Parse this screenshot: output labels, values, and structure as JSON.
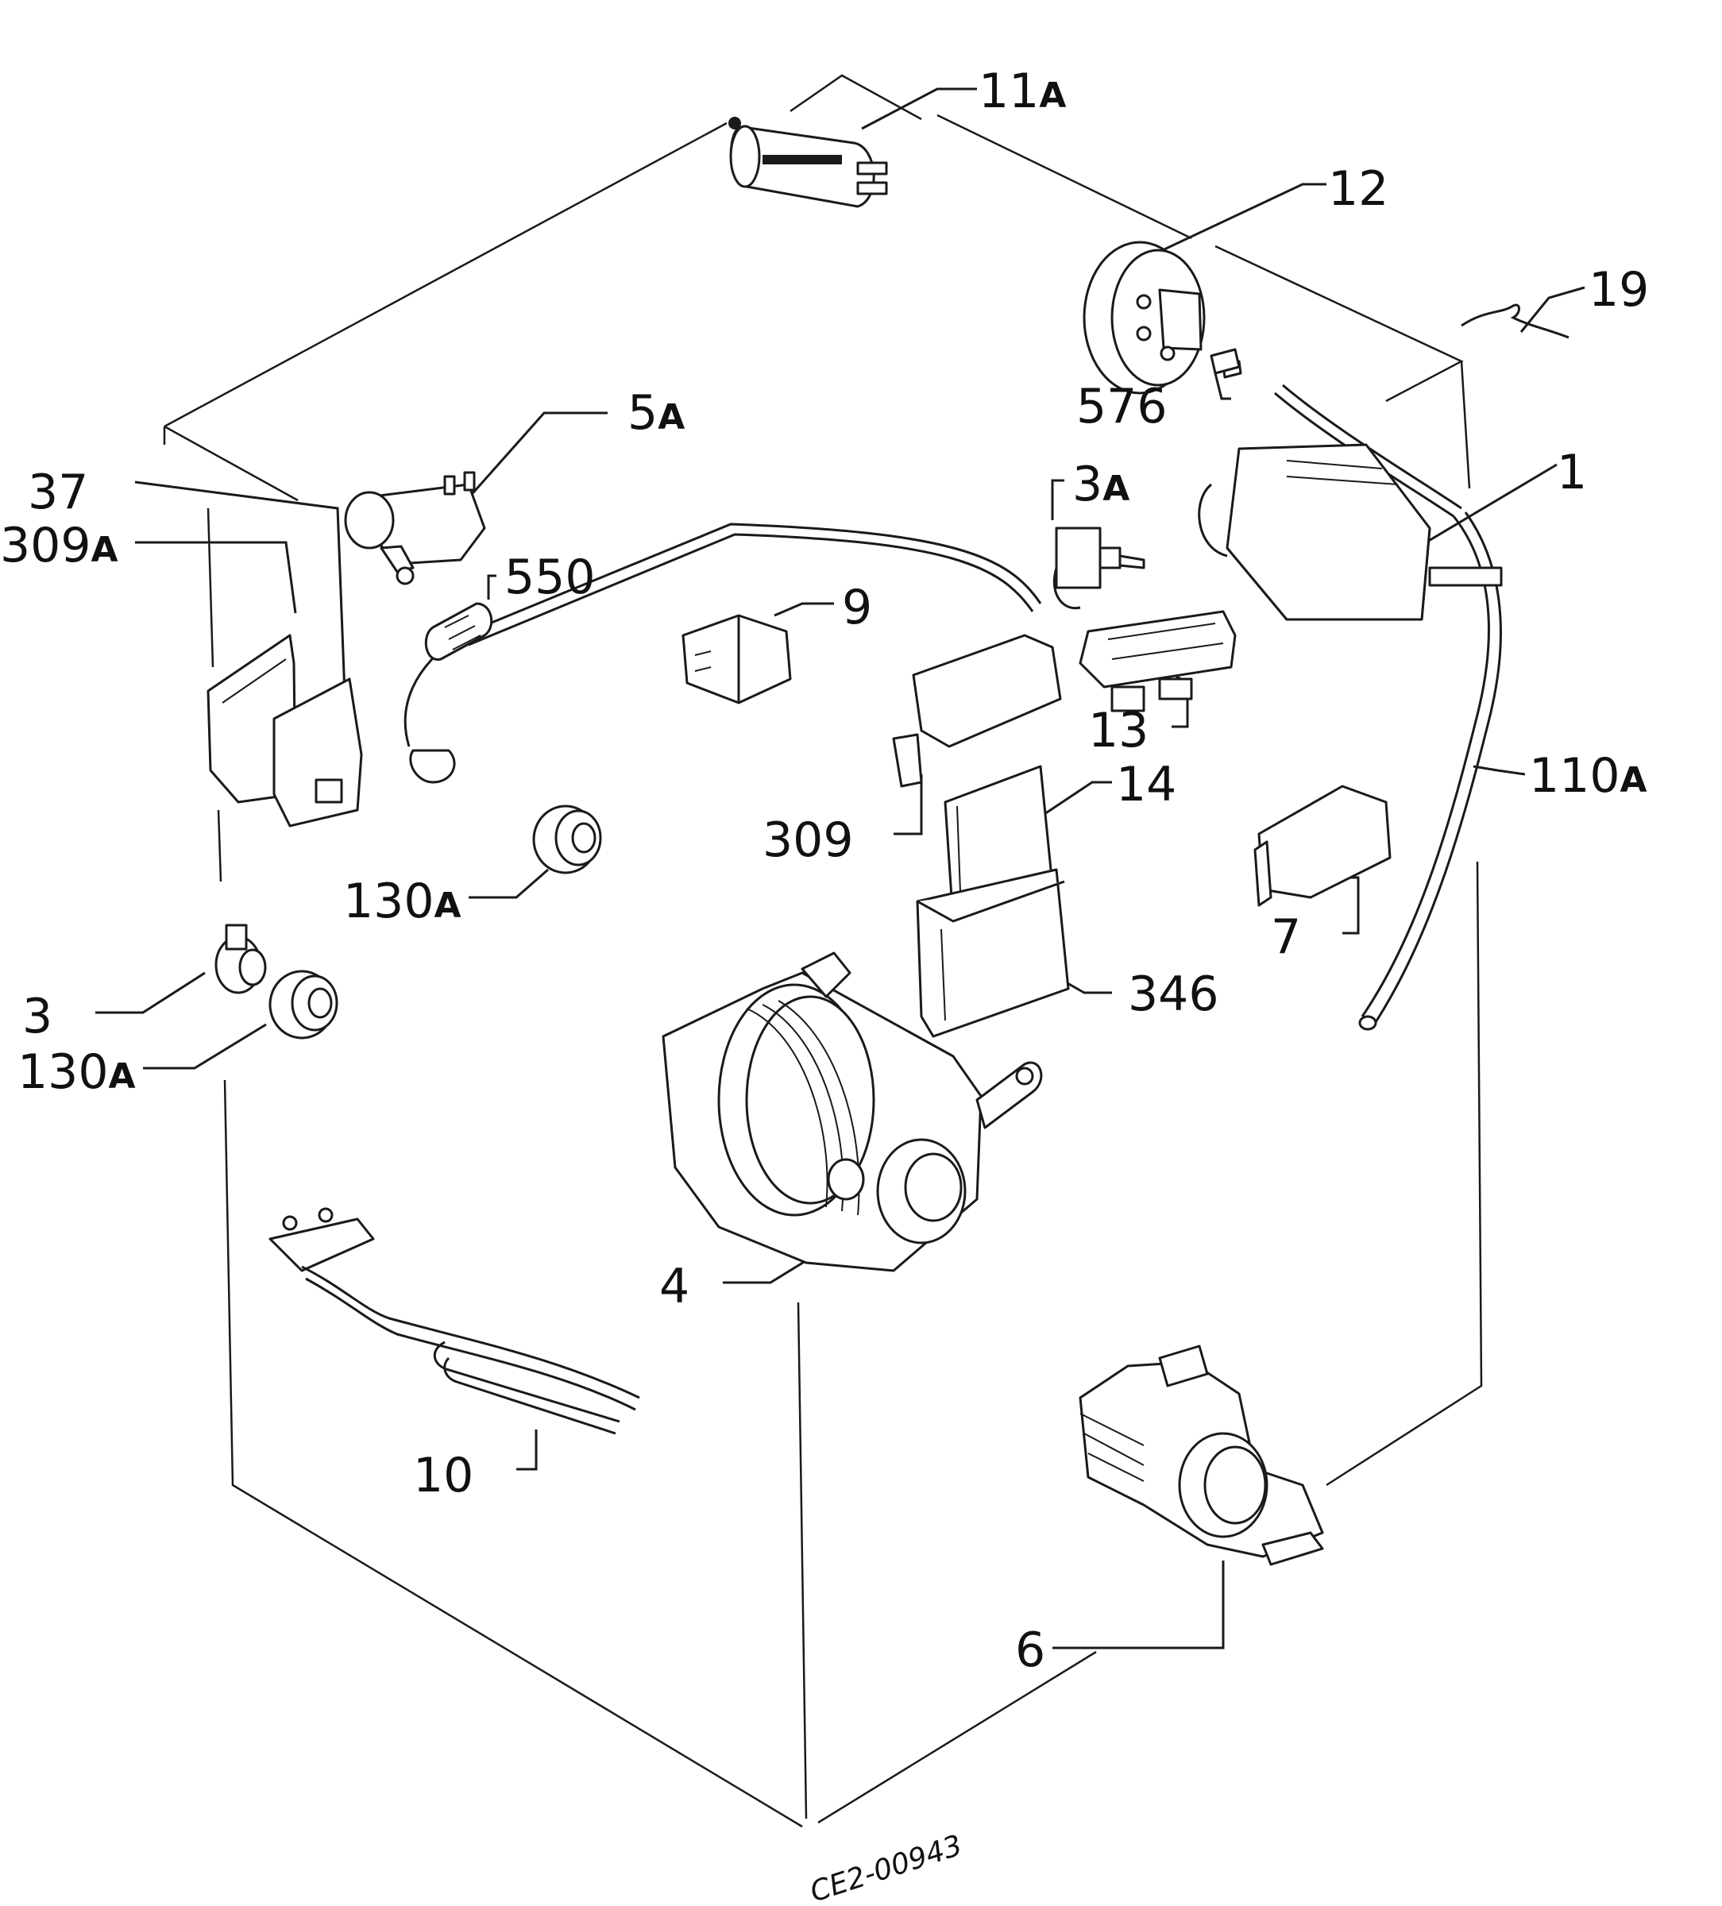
{
  "labels": [
    {
      "id": "11A",
      "num": "11",
      "suffix": "A"
    },
    {
      "id": "12",
      "num": "12",
      "suffix": ""
    },
    {
      "id": "19",
      "num": "19",
      "suffix": ""
    },
    {
      "id": "576",
      "num": "576",
      "suffix": ""
    },
    {
      "id": "5A",
      "num": "5",
      "suffix": "A"
    },
    {
      "id": "37",
      "num": "37",
      "suffix": ""
    },
    {
      "id": "309A",
      "num": "309",
      "suffix": "A"
    },
    {
      "id": "550",
      "num": "550",
      "suffix": ""
    },
    {
      "id": "3A",
      "num": "3",
      "suffix": "A"
    },
    {
      "id": "1",
      "num": "1",
      "suffix": ""
    },
    {
      "id": "9",
      "num": "9",
      "suffix": ""
    },
    {
      "id": "13",
      "num": "13",
      "suffix": ""
    },
    {
      "id": "14",
      "num": "14",
      "suffix": ""
    },
    {
      "id": "110A",
      "num": "110",
      "suffix": "A"
    },
    {
      "id": "309",
      "num": "309",
      "suffix": ""
    },
    {
      "id": "130A-upper",
      "num": "130",
      "suffix": "A"
    },
    {
      "id": "7",
      "num": "7",
      "suffix": ""
    },
    {
      "id": "346",
      "num": "346",
      "suffix": ""
    },
    {
      "id": "3",
      "num": "3",
      "suffix": ""
    },
    {
      "id": "130A-lower",
      "num": "130",
      "suffix": "A"
    },
    {
      "id": "4",
      "num": "4",
      "suffix": ""
    },
    {
      "id": "10",
      "num": "10",
      "suffix": ""
    },
    {
      "id": "6",
      "num": "6",
      "suffix": ""
    }
  ],
  "drawing_code": "CE2-00943"
}
